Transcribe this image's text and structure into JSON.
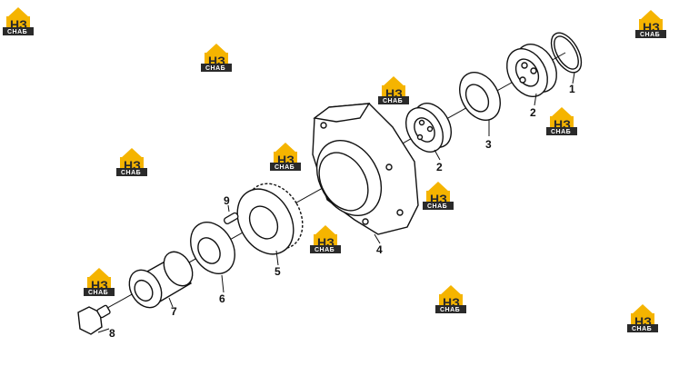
{
  "diagram": {
    "part_labels": [
      "1",
      "2",
      "2",
      "3",
      "4",
      "5",
      "6",
      "7",
      "8",
      "9"
    ],
    "watermark": {
      "main": "НЗ",
      "sub": "СНАБ"
    },
    "colors": {
      "line": "#111111",
      "logo_yellow": "#f5b400",
      "logo_dark": "#2a2a2a",
      "background": "#ffffff"
    }
  }
}
